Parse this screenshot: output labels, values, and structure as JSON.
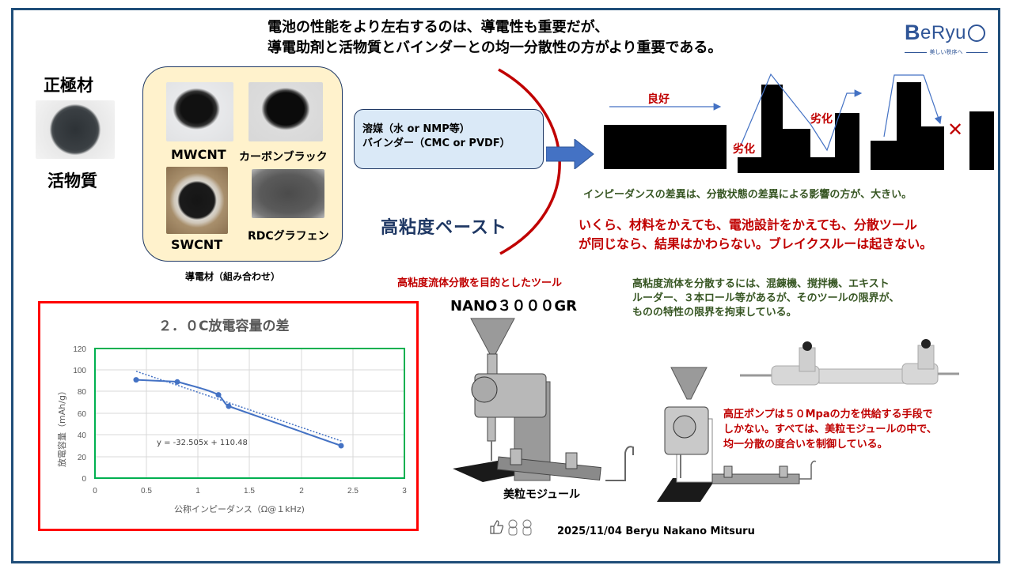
{
  "headline": {
    "line1": "電池の性能をより左右するのは、導電性も重要だが、",
    "line2": "導電助剤と活物質とバインダーとの均一分散性の方がより重要である。"
  },
  "logo": {
    "brand_initial": "B",
    "brand_rest": "eRyu",
    "tagline": "美しい秩序へ"
  },
  "cathode": {
    "title": "正極材",
    "caption": "活物質"
  },
  "conductive_materials": {
    "items": [
      {
        "label": "MWCNT"
      },
      {
        "label": "カーボンブラック"
      },
      {
        "label": "SWCNT"
      },
      {
        "label": "RDCグラフェン"
      }
    ],
    "caption": "導電材（組み合わせ）"
  },
  "solvent_box": {
    "line1": "溶媒（水 or NMP等）",
    "line2": "バインダー（CMC or PVDF）"
  },
  "paste_label": "高粘度ペースト",
  "dispersion_diagram": {
    "good_label": "良好",
    "bad_label_1": "劣化",
    "bad_label_2": "劣化",
    "cross_mark": "✕"
  },
  "impedance_note": "インピーダンスの差異は、分散状態の差異による影響の方が、大きい。",
  "claim": {
    "line1": "いくら、材料をかえても、電池設計をかえても、分散ツール",
    "line2": "が同じなら、結果はかわらない。ブレイクスルーは起きない。"
  },
  "tool": {
    "caption": "高粘度流体分散を目的としたツール",
    "model": "NANO３０００GR",
    "module_label": "美粒モジュール"
  },
  "tools_note": {
    "line1": "高粘度流体を分散するには、混錬機、撹拌機、エキスト",
    "line2": "ルーダー、３本ロール等があるが、そのツールの限界が、",
    "line3": "ものの特性の限界を拘束している。"
  },
  "pump_note": {
    "line1": "高圧ポンプは５０Mpaの力を供給する手段で",
    "line2": "しかない。すべては、美粒モジュールの中で、",
    "line3": "均一分散の度合いを制御している。"
  },
  "footer": {
    "credit": "2025/11/04 Beryu Nakano Mitsuru",
    "icons": [
      "thumbs-up-icon",
      "maneki-neko-icon",
      "maneki-neko-icon"
    ]
  },
  "colors": {
    "frame": "#1f4e79",
    "accent_blue": "#4472c4",
    "alert_red": "#c00000",
    "note_green": "#375623",
    "chart_border": "#ff0000",
    "plot_border": "#00b050",
    "yellow_fill": "#fff2cc",
    "box_fill": "#dae9f7"
  },
  "chart_data": {
    "type": "scatter",
    "title": "２．０C放電容量の差",
    "xlabel": "公称インピーダンス（Ω@１kHz)",
    "ylabel": "放電容量（mAh/g）",
    "xlim": [
      0,
      3
    ],
    "ylim": [
      0,
      120
    ],
    "xticks": [
      "0",
      "0.5",
      "1",
      "1.5",
      "2",
      "2.5",
      "3"
    ],
    "yticks": [
      "0",
      "20",
      "40",
      "60",
      "80",
      "100",
      "120"
    ],
    "grid": true,
    "series": [
      {
        "name": "放電容量",
        "x": [
          0.4,
          0.8,
          1.2,
          1.3,
          2.4
        ],
        "y": [
          91,
          89,
          77,
          66.5,
          30
        ],
        "style": "smooth line with markers"
      }
    ],
    "trendline": {
      "type": "linear",
      "equation": "y = -32.505x + 110.48",
      "slope": -32.505,
      "intercept": 110.48,
      "style": "dotted"
    },
    "legend": "none"
  }
}
